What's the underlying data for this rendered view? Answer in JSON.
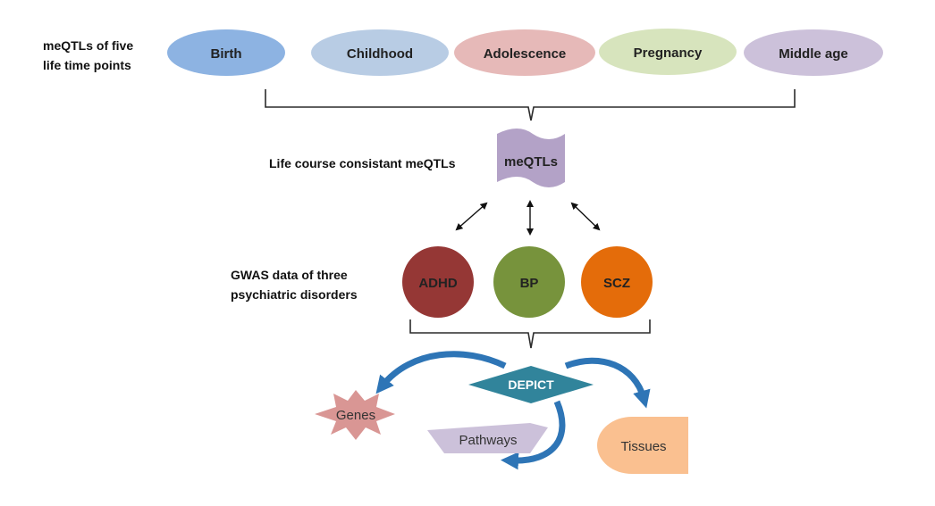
{
  "labels": {
    "timepoints_line1": "meQTLs of five",
    "timepoints_line2": "life time points",
    "consistent": "Life course consistant  meQTLs",
    "gwas_line1": "GWAS data of three",
    "gwas_line2": "psychiatric disorders"
  },
  "timepoints": [
    {
      "label": "Birth",
      "color": "#8DB3E2"
    },
    {
      "label": "Childhood",
      "color": "#B8CCE4"
    },
    {
      "label": "Adolescence",
      "color": "#E6B9B8"
    },
    {
      "label": "Pregnancy",
      "color": "#D7E4BD"
    },
    {
      "label": "Middle  age",
      "color": "#CCC1DA"
    }
  ],
  "meqtl": {
    "label": "meQTLs",
    "color": "#B3A2C7"
  },
  "disorders": [
    {
      "label": "ADHD",
      "color": "#953735"
    },
    {
      "label": "BP",
      "color": "#77933C"
    },
    {
      "label": "SCZ",
      "color": "#E46C0A"
    }
  ],
  "depict": {
    "label": "DEPICT",
    "color": "#31849B"
  },
  "outputs": {
    "genes": {
      "label": "Genes",
      "color": "#D99694"
    },
    "pathways": {
      "label": "Pathways",
      "color": "#CCC1DA"
    },
    "tissues": {
      "label": "Tissues",
      "color": "#FAC090"
    }
  },
  "arrow_color": "#2E75B6"
}
